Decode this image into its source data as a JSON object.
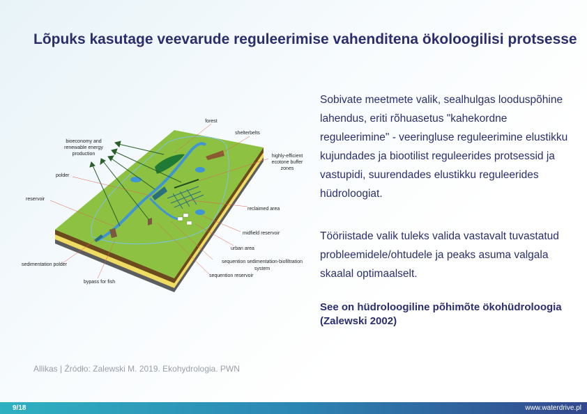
{
  "title": "Lõpuks kasutage veevarude reguleerimise vahenditena ökoloogilisi protsesse",
  "paragraphs": [
    "Sobivate meetmete valik, sealhulgas looduspõhine lahendus, eriti rõhuasetus \"kahekordne reguleerimine\" - veeringluse reguleerimine elustikku kujundades ja biootilist reguleerides protsessid ja vastupidi, suurendades elustikku reguleerides hüdroloogiat.",
    "Tööriistade valik tuleks valida vastavalt tuvastatud probleemidele/ohtudele ja peaks asuma valgala skaalal optimaalselt.",
    "See on hüdroloogiline põhimõte ökohüdroloogia (Zalewski 2002)"
  ],
  "diagram": {
    "labels": {
      "forest": "forest",
      "shelterbelts": "shelterbelts",
      "ecotone1": "highly-efficient",
      "ecotone2": "ecotone buffer",
      "ecotone3": "zones",
      "bio1": "bioeconomy and",
      "bio2": "renewable energy",
      "bio3": "production",
      "polder": "polder",
      "reservoir": "reservoir",
      "reclaimed": "reclaimed area",
      "midfield": "midfield reservoir",
      "urban": "urban area",
      "seqsed1": "sequention sedimentation-biofiltration",
      "seqsed2": "system",
      "seqres": "sequention reservoir",
      "sedpolder": "sedimentation polder",
      "bypass": "bypass for fish"
    }
  },
  "source": "Allikas | Źródło: Zalewski M. 2019. Ekohydrologia. PWN",
  "footer": {
    "page": "9/18",
    "url": "www.waterdrive.pl"
  }
}
